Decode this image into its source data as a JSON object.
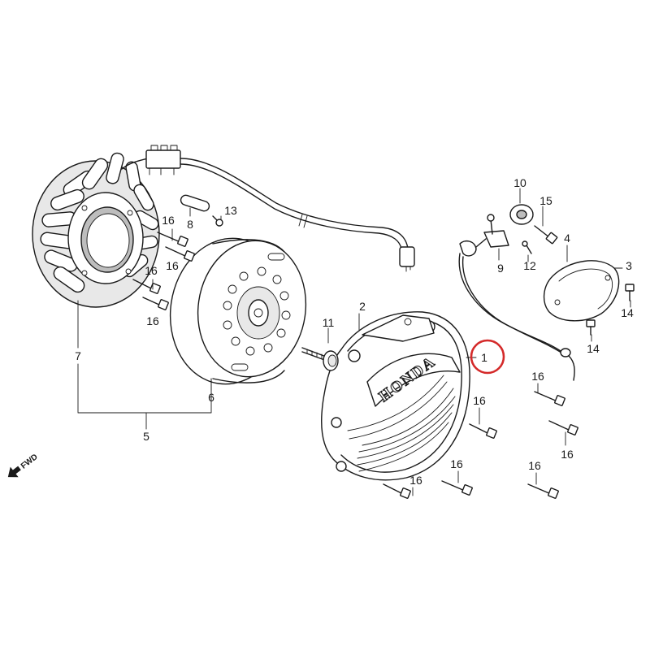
{
  "diagram": {
    "brand_text": "HONDA",
    "fwd_text": "FWD",
    "highlight_color": "#d42a2a",
    "line_color": "#1a1a1a"
  },
  "labels": {
    "p1": "1",
    "p2": "2",
    "p3": "3",
    "p4": "4",
    "p5": "5",
    "p6": "6",
    "p7": "7",
    "p8": "8",
    "p9": "9",
    "p10": "10",
    "p11": "11",
    "p12": "12",
    "p13": "13",
    "p14a": "14",
    "p14b": "14",
    "p15": "15",
    "p16a": "16",
    "p16b": "16",
    "p16c": "16",
    "p16d": "16",
    "p16e": "16",
    "p16f": "16",
    "p16g": "16",
    "p16h": "16",
    "p16i": "16",
    "p16j": "16"
  }
}
